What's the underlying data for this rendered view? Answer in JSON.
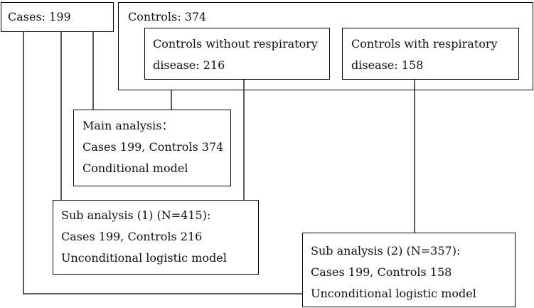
{
  "diagram": {
    "cases": "Cases: 199",
    "controls": "Controls: 374",
    "controls_without": [
      "Controls without respiratory",
      "disease: 216"
    ],
    "controls_with": [
      "Controls with respiratory",
      "disease: 158"
    ],
    "main_analysis": [
      "Main analysis：",
      "Cases 199, Controls 374",
      "Conditional model"
    ],
    "sub_analysis_1": [
      "Sub analysis (1) (N=415):",
      "Cases 199, Controls 216",
      "Unconditional logistic model"
    ],
    "sub_analysis_2": [
      "Sub analysis (2) (N=357):",
      "Cases 199, Controls 158",
      "Unconditional logistic model"
    ],
    "colors": {
      "line": "#000000",
      "text": "#111111",
      "background": "#ffffff"
    }
  }
}
